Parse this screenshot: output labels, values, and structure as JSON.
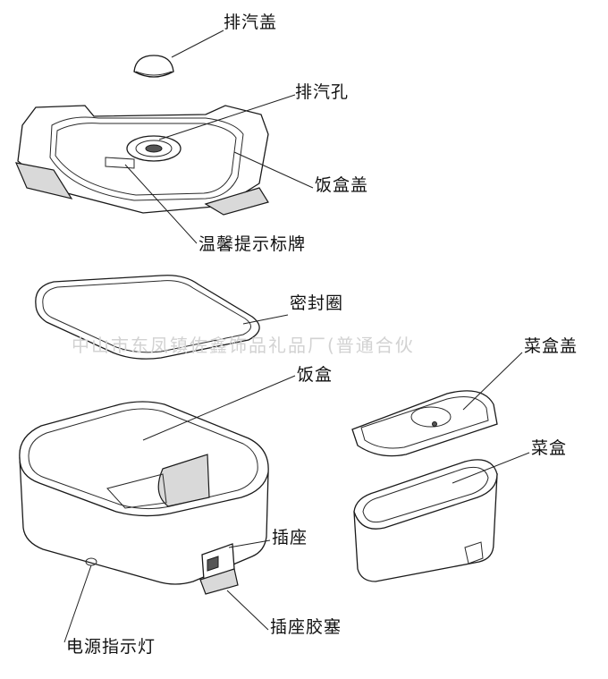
{
  "watermark": "中山市东凤镇佐鑫饰品礼品厂(普通合伙",
  "labels": {
    "vent_cap": "排汽盖",
    "vent_hole": "排汽孔",
    "rice_box_lid": "饭盒盖",
    "warm_tip_label": "温馨提示标牌",
    "seal_ring": "密封圈",
    "rice_box": "饭盒",
    "dish_box_lid": "菜盒盖",
    "dish_box": "菜盒",
    "socket": "插座",
    "socket_plug": "插座胶塞",
    "power_indicator": "电源指示灯"
  }
}
